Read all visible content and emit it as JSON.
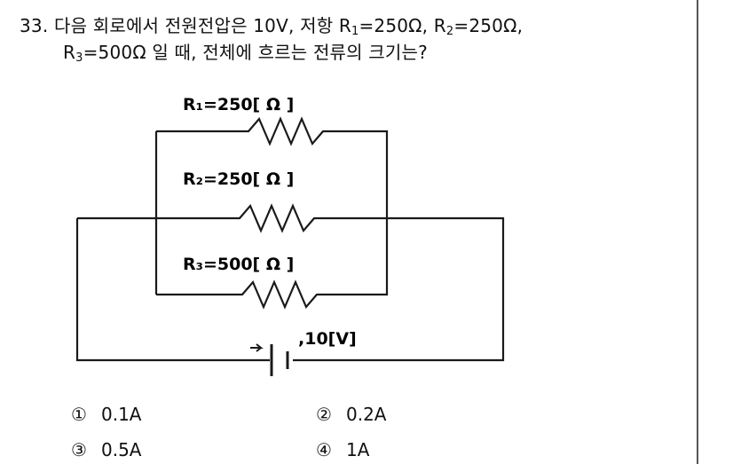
{
  "question": {
    "number": "33.",
    "line1_a": "다음 회로에서 전원전압은 10V, 저항 R",
    "line1_sub1": "1",
    "line1_b": "=250Ω, R",
    "line1_sub2": "2",
    "line1_c": "=250Ω,",
    "line2_a": "R",
    "line2_sub3": "3",
    "line2_b": "=500Ω 일 때, 전체에 흐르는 전류의 크기는?"
  },
  "circuit": {
    "r1_label": "R₁=250[ Ω ]",
    "r2_label": "R₂=250[ Ω ]",
    "r3_label": "R₃=500[ Ω ]",
    "source_label": ",10[V]",
    "line_color": "#1a1a1a"
  },
  "choices": [
    {
      "mark": "①",
      "text": "0.1A"
    },
    {
      "mark": "②",
      "text": "0.2A"
    },
    {
      "mark": "③",
      "text": "0.5A"
    },
    {
      "mark": "④",
      "text": "1A"
    }
  ]
}
